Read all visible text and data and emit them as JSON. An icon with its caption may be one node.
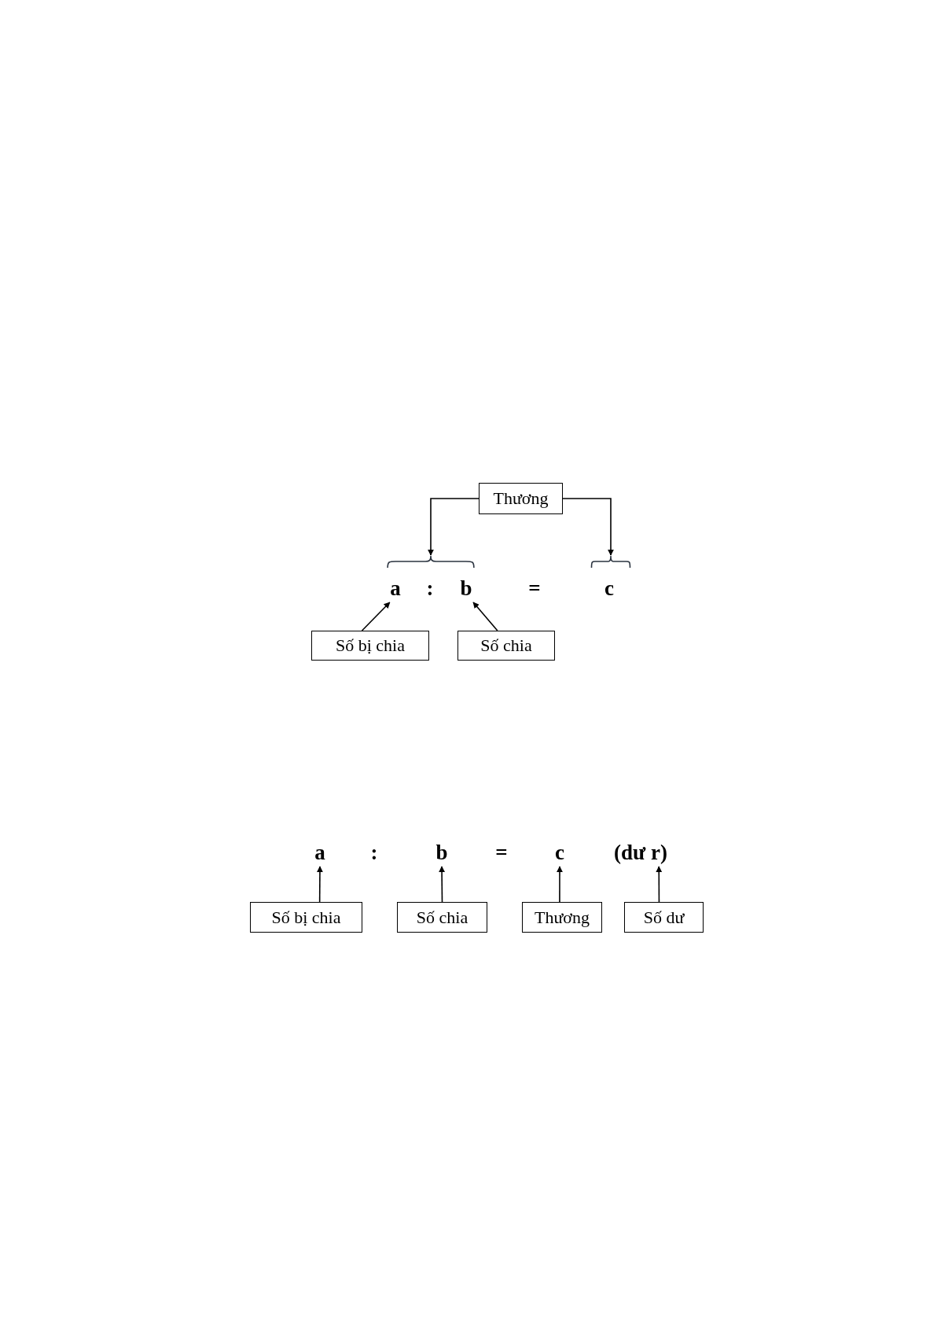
{
  "diagram": {
    "nodes": [
      {
        "text": [
          "Thương"
        ]
      },
      {
        "text": [],
        "shape": "brace"
      },
      {
        "text": [],
        "shape": "brace"
      },
      {
        "text": [
          "a"
        ]
      },
      {
        "text": [
          "b"
        ]
      },
      {
        "text": [
          "Số bị chia"
        ]
      },
      {
        "text": [
          "Số chia"
        ]
      },
      {
        "text": [
          "a"
        ]
      },
      {
        "text": [
          "b"
        ]
      },
      {
        "text": [
          "c"
        ]
      },
      {
        "text": [
          "(dư r)"
        ]
      },
      {
        "text": [
          "Số bị chia"
        ]
      },
      {
        "text": [
          "Số chia"
        ]
      },
      {
        "text": [
          "Thương"
        ]
      },
      {
        "text": [
          "Số dư"
        ]
      }
    ],
    "edges": [
      {
        "from": 0,
        "to": 1,
        "arrow": "to"
      },
      {
        "from": 0,
        "to": 2,
        "arrow": "to"
      },
      {
        "from": 5,
        "to": 3,
        "arrow": "to"
      },
      {
        "from": 6,
        "to": 4,
        "arrow": "to"
      },
      {
        "from": 11,
        "to": 7,
        "arrow": "to"
      },
      {
        "from": 12,
        "to": 8,
        "arrow": "to"
      },
      {
        "from": 13,
        "to": 9,
        "arrow": "to"
      },
      {
        "from": 14,
        "to": 10,
        "arrow": "to"
      }
    ],
    "labels": [
      ":",
      "=",
      "c",
      ":",
      "="
    ]
  }
}
